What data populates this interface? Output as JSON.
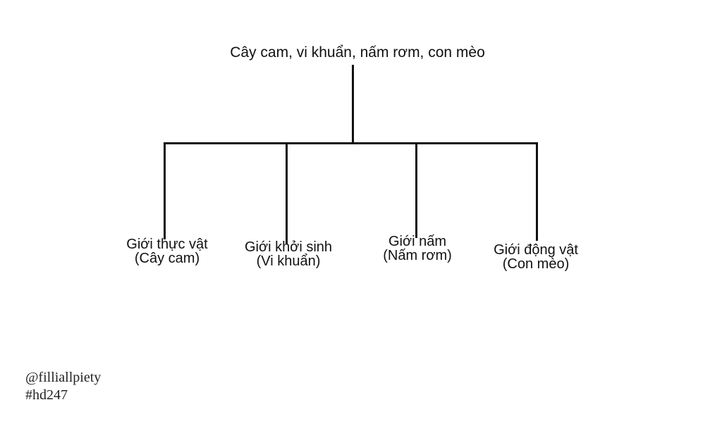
{
  "diagram": {
    "type": "tree",
    "root": {
      "label": "Cây cam, vi khuẩn, nấm rơm, con mèo"
    },
    "children": [
      {
        "title": "Giới thực vật",
        "example": "(Cây cam)"
      },
      {
        "title": "Giới khởi sinh",
        "example": "(Vi khuẩn)"
      },
      {
        "title": "Giới nấm",
        "example": "(Nấm rơm)"
      },
      {
        "title": "Giới động vật",
        "example": "(Con mèo)"
      }
    ],
    "line_color": "#111111",
    "background": "#ffffff"
  },
  "watermark": {
    "handle": "@filliallpiety",
    "tag": "#hd247"
  }
}
